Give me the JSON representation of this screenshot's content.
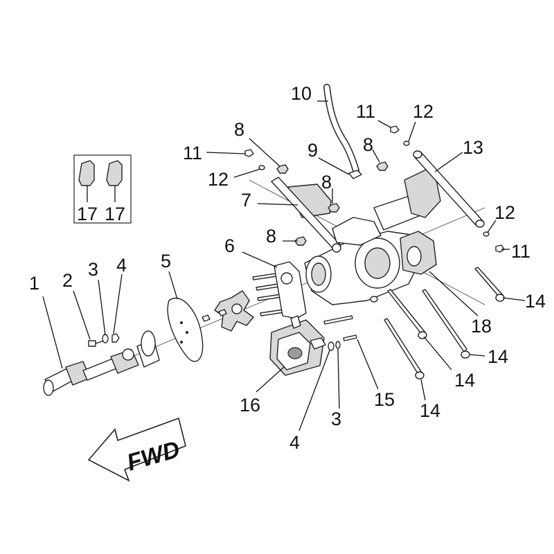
{
  "diagram": {
    "callouts": [
      "1",
      "2",
      "3",
      "4",
      "5",
      "6",
      "7",
      "8",
      "8",
      "8",
      "8",
      "9",
      "10",
      "11",
      "11",
      "11",
      "12",
      "12",
      "12",
      "13",
      "14",
      "14",
      "14",
      "14",
      "15",
      "16",
      "17",
      "17",
      "18",
      "3",
      "4"
    ],
    "fwd_label": "FWD"
  },
  "colors": {
    "line": "#111111",
    "part_fill": "#ffffff",
    "shade": "#d8d8d8"
  }
}
